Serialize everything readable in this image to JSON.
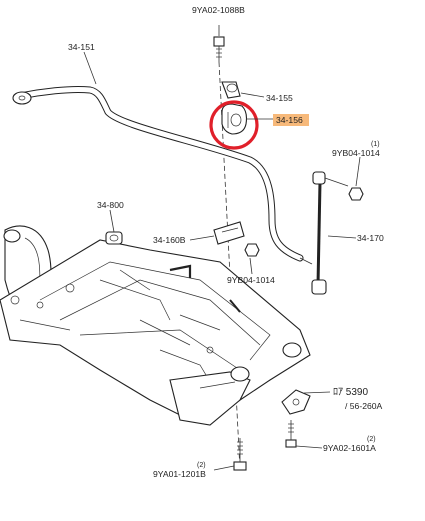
{
  "labels": {
    "top_bolt": "9YA02-1088B",
    "stabilizer_bar": "34-151",
    "bushing_bracket": "34-155",
    "bushing": "34-156",
    "nut_right_qty": "(1)",
    "nut_right": "9YB04-1014",
    "crossmember_mount": "34-800",
    "clamp": "34-160B",
    "nut_center": "9YB04-1014",
    "link": "34-170",
    "ref_5390": "ﾛｱ 5390",
    "ref_56260a": "/ 56-260A",
    "bolt_right_qty": "(2)",
    "bolt_right": "9YA02-1601A",
    "bolt_bottom_qty": "(2)",
    "bolt_bottom": "9YA01-1201B"
  },
  "colors": {
    "highlight_fill": "#f7b97a",
    "circle": "#e0202a",
    "line": "#333333"
  }
}
